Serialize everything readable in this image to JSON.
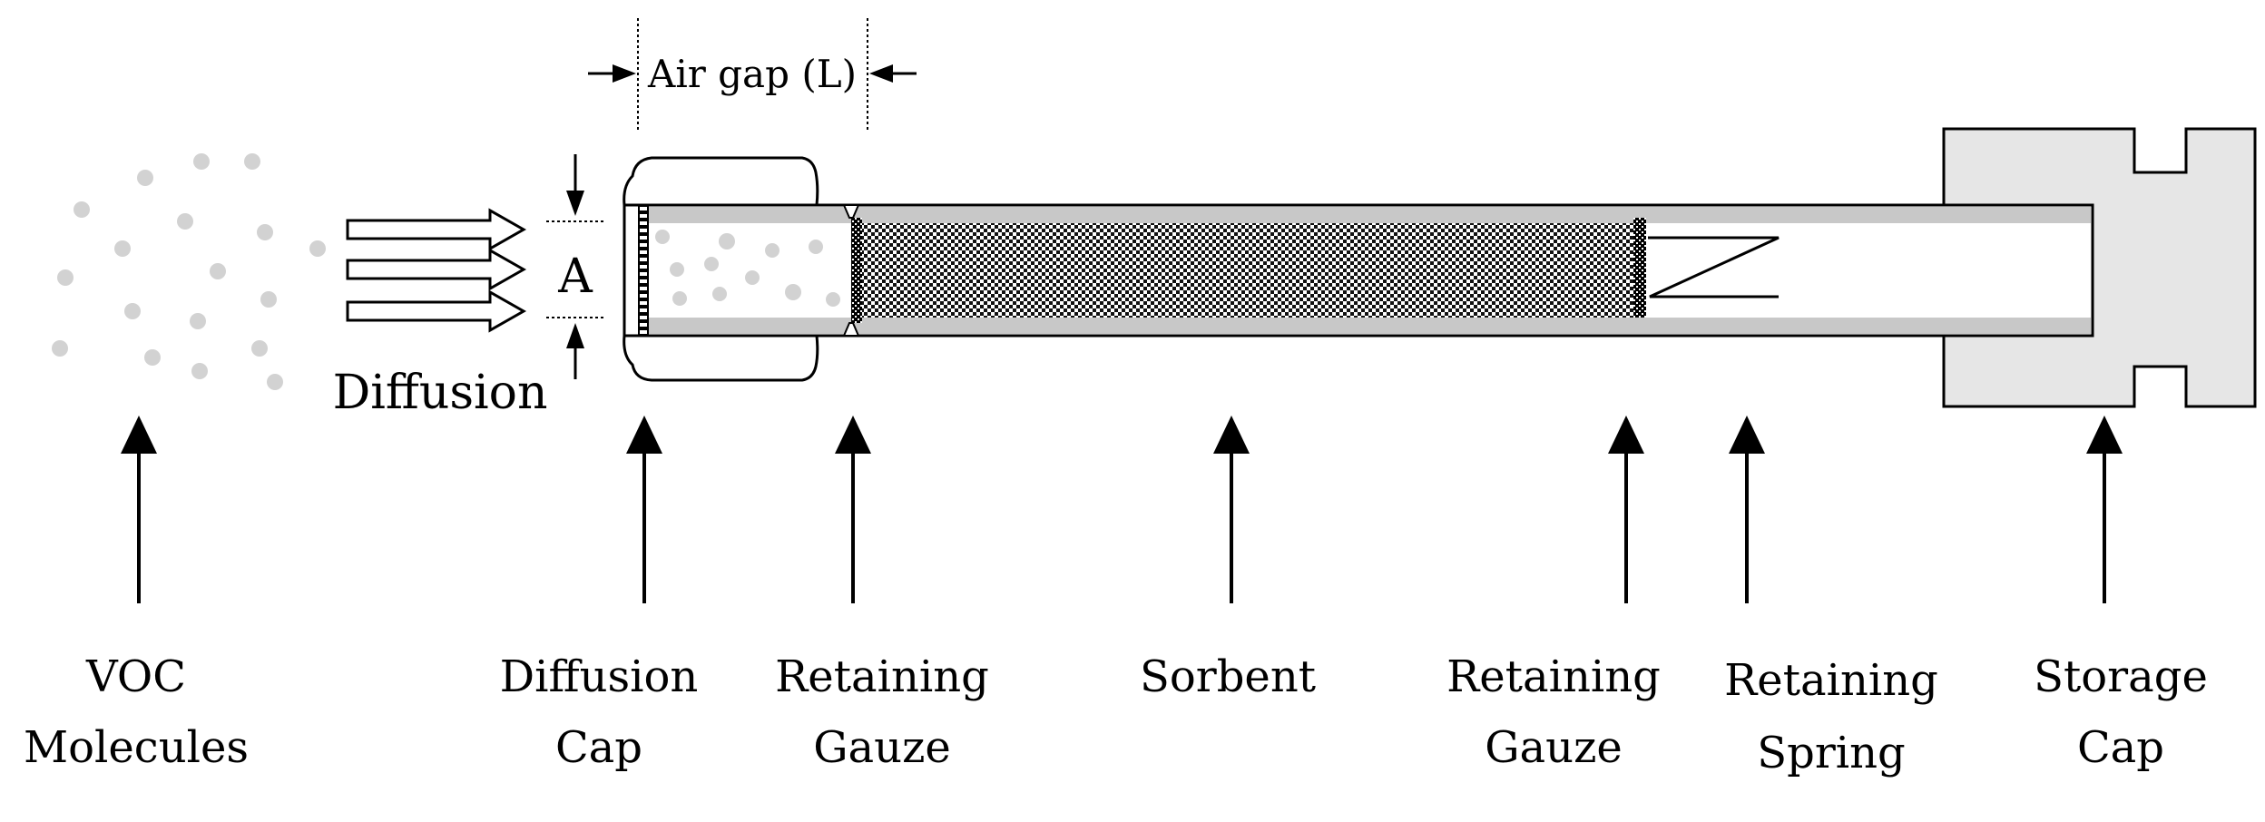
{
  "labels": {
    "air_gap": "Air gap (L)",
    "area": "A",
    "diffusion": "Diffusion",
    "voc_line1": "VOC",
    "voc_line2": "Molecules",
    "diffusion_cap_line1": "Diffusion",
    "diffusion_cap_line2": "Cap",
    "gauze1_line1": "Retaining",
    "gauze1_line2": "Gauze",
    "sorbent": "Sorbent",
    "gauze2_line1": "Retaining",
    "gauze2_line2": "Gauze",
    "spring_line1": "Retaining",
    "spring_line2": "Spring",
    "storage_cap_line1": "Storage",
    "storage_cap_line2": "Cap"
  },
  "colors": {
    "line": "#000000",
    "tube_wall": "#c8c8c8",
    "storage_cap_fill": "#e6e6e6",
    "molecule": "#d2d2d2"
  }
}
